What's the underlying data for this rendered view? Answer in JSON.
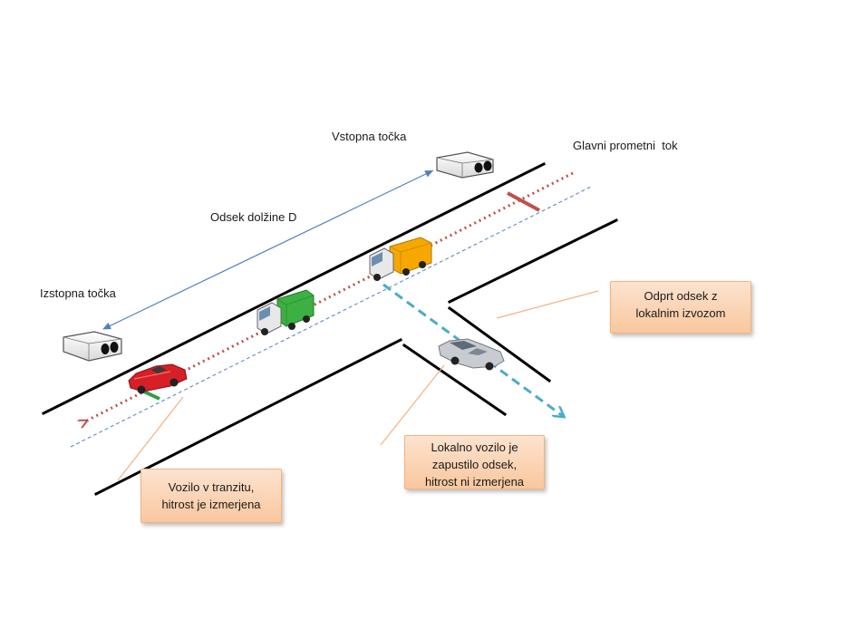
{
  "labels": {
    "entry_point": "Vstopna točka",
    "exit_point": "Izstopna točka",
    "segment_length": "Odsek dolžine D",
    "main_flow": "Glavni prometni  tok"
  },
  "callouts": {
    "open_segment": [
      "Odprt odsek z",
      "lokalnim izvozom"
    ],
    "local_vehicle": [
      "Lokalno vozilo je",
      "zapustilo odsek,",
      "hitrost ni izmerjena"
    ],
    "transit_vehicle": [
      "Vozilo v tranzitu,",
      "hitrost je izmerjena"
    ]
  },
  "icons": [
    "camera-icon",
    "truck-icon",
    "car-icon"
  ],
  "colors": {
    "road_edge": "#000000",
    "main_flow_arrow": "#c0504d",
    "lane_line": "#4f81bd",
    "exit_flow_arrow": "#4bacc6",
    "segment_arrow": "#4f81bd",
    "callout_fill": "#fbd4b4",
    "callout_line": "#f4b183",
    "truck_orange": "#f6a800",
    "truck_green": "#3cb043",
    "car_red": "#d61f26",
    "car_silver": "#c8ccd0"
  }
}
